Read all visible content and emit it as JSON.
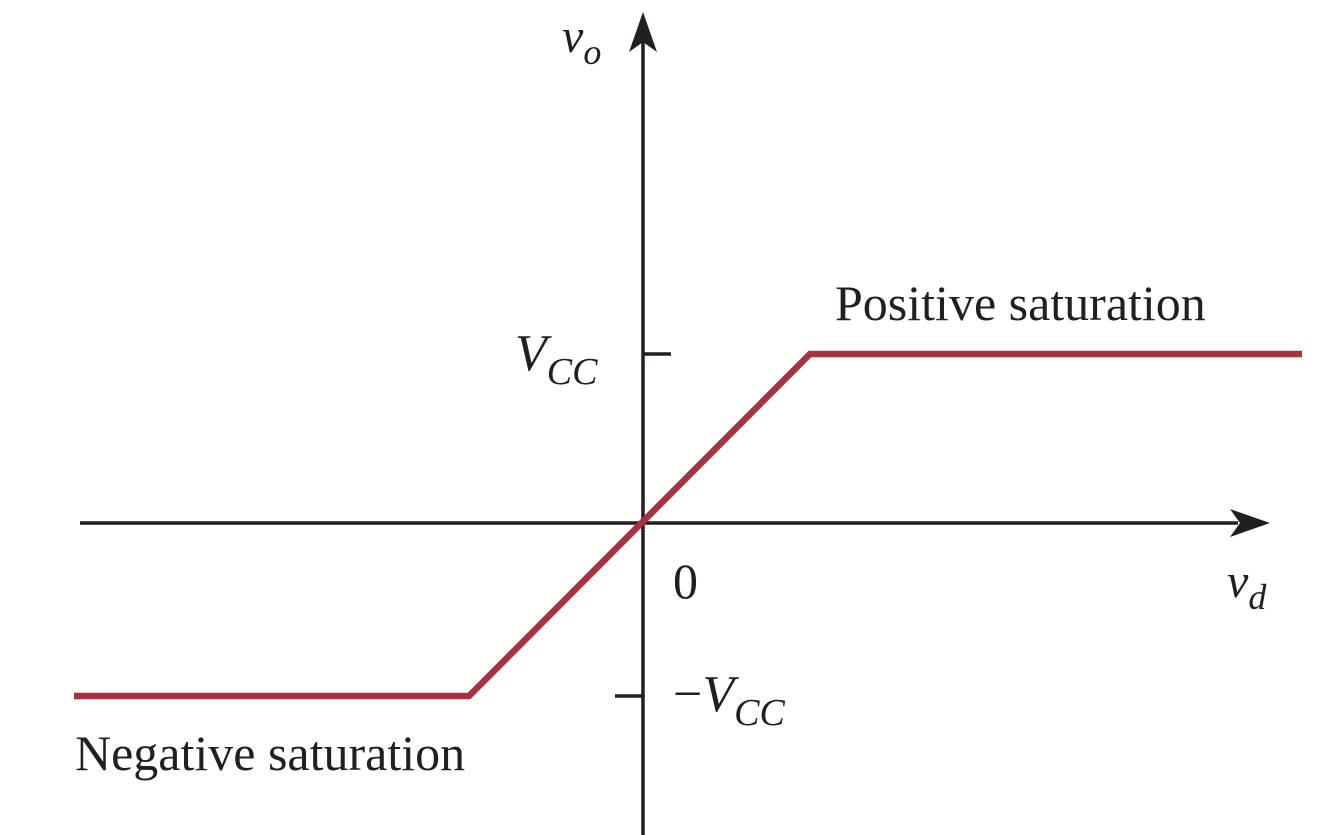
{
  "axes": {
    "y_label": {
      "main": "v",
      "sub": "o"
    },
    "x_label": {
      "main": "v",
      "sub": "d"
    }
  },
  "ticks": {
    "origin_label": "0",
    "positive": {
      "main": "V",
      "sub": "CC"
    },
    "negative": {
      "sign": "−",
      "main": "V",
      "sub": "CC"
    }
  },
  "region_labels": {
    "positive": "Positive saturation",
    "negative": "Negative saturation"
  },
  "colors": {
    "axis": "#231f20",
    "curve": "#a83240",
    "text": "#231f20"
  }
}
